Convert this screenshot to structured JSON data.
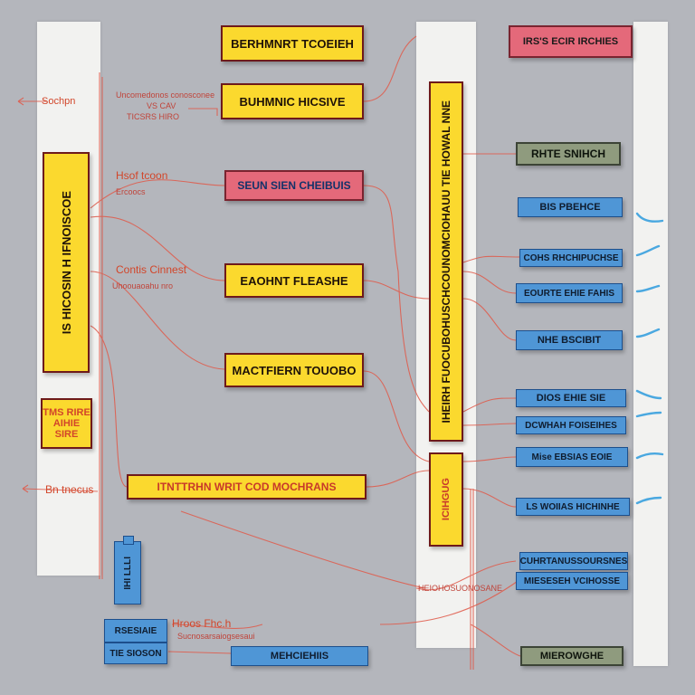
{
  "boxes": {
    "top_center": "BERHMNRT TCOEIEH",
    "mid_center": "BUHMNIC HICSIVE",
    "pink_center": "SEUN SIEN CHEIBUIS",
    "yellow_c3": "EAOHNT FLEASHE",
    "yellow_c4": "MACTFIERN TOUOBO",
    "wide_bottom": "ITNTTRHN WRIT COD MOCHRANS",
    "left_tall": "IS HICOSIN H IFNOISCOE",
    "left_small": "TMS RIRE AIHIE SIRE",
    "center_tall": "IHEIRH FUOCUBOHUSCHCOUNOMCIOHAUU TIE HOWAL NNE",
    "center_small": "ICIHGUG",
    "pink_top_right": "IRS'S ECIR IRCHIES",
    "olive_top_right": "RHTE SNIHCH",
    "blue_1": "BIS PBEHCE",
    "blue_2": "COHS RHCHIPUCHSE",
    "blue_3": "EOURTE EHIE FAHIS",
    "blue_4": "NHE BSCIBIT",
    "blue_5": "DIOS EHIE SIE",
    "blue_6": "DCWHAH FOISEIHES",
    "blue_7": "Mise EBSIAS EOIE",
    "blue_8": "LS WOIIAS HICHINHE",
    "blue_9": "CUHRTANUSSOURSNES",
    "blue_10": "MIESESEH VCIHOSSE",
    "olive_bottom_right": "MIEROWGHE",
    "blue_bottom_center": "MEHCIEHIIS",
    "blue_bottom_left_1": "RSESIAIE",
    "blue_bottom_left_2": "TIE SIOSON",
    "blue_vertical_left": "IHI LLLI"
  },
  "notes": {
    "left_arrow_label": "Sochpn",
    "mid_note_line1": "Uncomedonos conosconee",
    "mid_note_line2": "VS CAV",
    "mid_note_line3": "TICSRS HIRO",
    "note_hf_1": "Hsof tcoon",
    "note_hf_2": "Ercoocs",
    "note_cg_1": "Contis Cinnest",
    "note_cg_2": "Uhoouaoahu nro",
    "note_bt_1": "Bn tnecus",
    "note_bottom_1": "Hroos Fhc.h",
    "note_bottom_2": "Sucnosarsaiogsesaui",
    "note_bottom_3": "HEIOHOSUONOSANE"
  },
  "colors": {
    "background": "#b4b6bc",
    "yellow": "#fbd92e",
    "pink": "#e4697a",
    "blue": "#4f96d6",
    "olive": "#8f9b7e",
    "connector": "#e05a4a",
    "arrow_blue": "#4aa8e0"
  }
}
